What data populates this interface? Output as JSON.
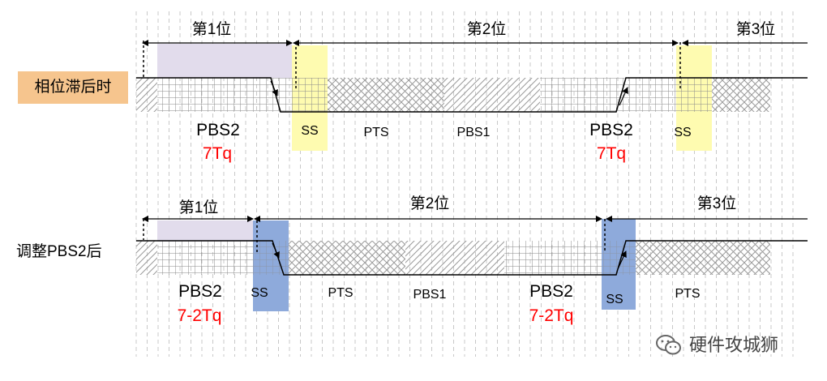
{
  "colors": {
    "ss_yellow": "#fefbb0",
    "ss_blue": "#8eaadb",
    "phase_purple": "#e2dcec",
    "label_orange": "#f6c58e",
    "pbs_red": "#ff0000"
  },
  "row1": {
    "label": "相位滞后时",
    "bit1": "第1位",
    "bit2": "第2位",
    "bit3": "第3位",
    "seg_pbs2_a": "PBS2",
    "seg_pbs2_a_tq": "7Tq",
    "seg_ss_a": "SS",
    "seg_pts": "PTS",
    "seg_pbs1": "PBS1",
    "seg_pbs2_b": "PBS2",
    "seg_pbs2_b_tq": "7Tq",
    "seg_ss_b": "SS"
  },
  "row2": {
    "label": "调整PBS2后",
    "bit1": "第1位",
    "bit2": "第2位",
    "bit3": "第3位",
    "seg_pbs2_a": "PBS2",
    "seg_pbs2_a_tq": "7-2Tq",
    "seg_ss_a": "SS",
    "seg_pts_a": "PTS",
    "seg_pbs1": "PBS1",
    "seg_pbs2_b": "PBS2",
    "seg_pbs2_b_tq": "7-2Tq",
    "seg_ss_b": "SS",
    "seg_pts_b": "PTS"
  },
  "watermark": {
    "text": "硬件攻城狮",
    "icon": "wechat-icon"
  }
}
